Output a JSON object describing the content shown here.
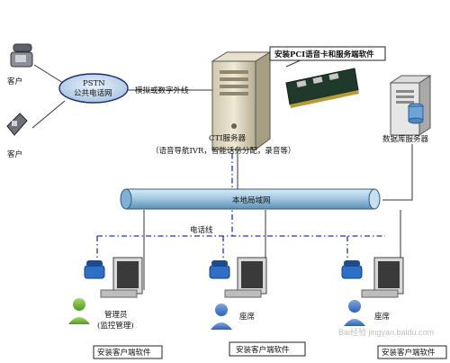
{
  "nodes": {
    "customer_top": "客户",
    "customer_bottom": "客户",
    "pstn_line1": "PSTN",
    "pstn_line2": "公共电话网",
    "link_label": "模拟或数字外线",
    "pci_note": "安装PCI语音卡和服务端软件",
    "cti_server": "CTI服务器",
    "cti_functions": "（语音导航IVR，智能话务分配，录音等）",
    "db_server": "数据库服务器",
    "lan": "本地局域网",
    "phone_line": "电话线"
  },
  "workstations": [
    {
      "role_line1": "管理员",
      "role_line2": "(监控管理)",
      "software": "安装客户端软件"
    },
    {
      "role_line1": "座席",
      "role_line2": "",
      "software": "安装客户端软件"
    },
    {
      "role_line1": "座席",
      "role_line2": "",
      "software": "安装客户端软件"
    }
  ],
  "watermark": "Bai经验 jingyan.baidu.com",
  "colors": {
    "pipe": "#9cc6e0",
    "pipe_edge": "#2e5d7c",
    "phone_line": "#2636a8",
    "cable": "#5b6b8a"
  }
}
